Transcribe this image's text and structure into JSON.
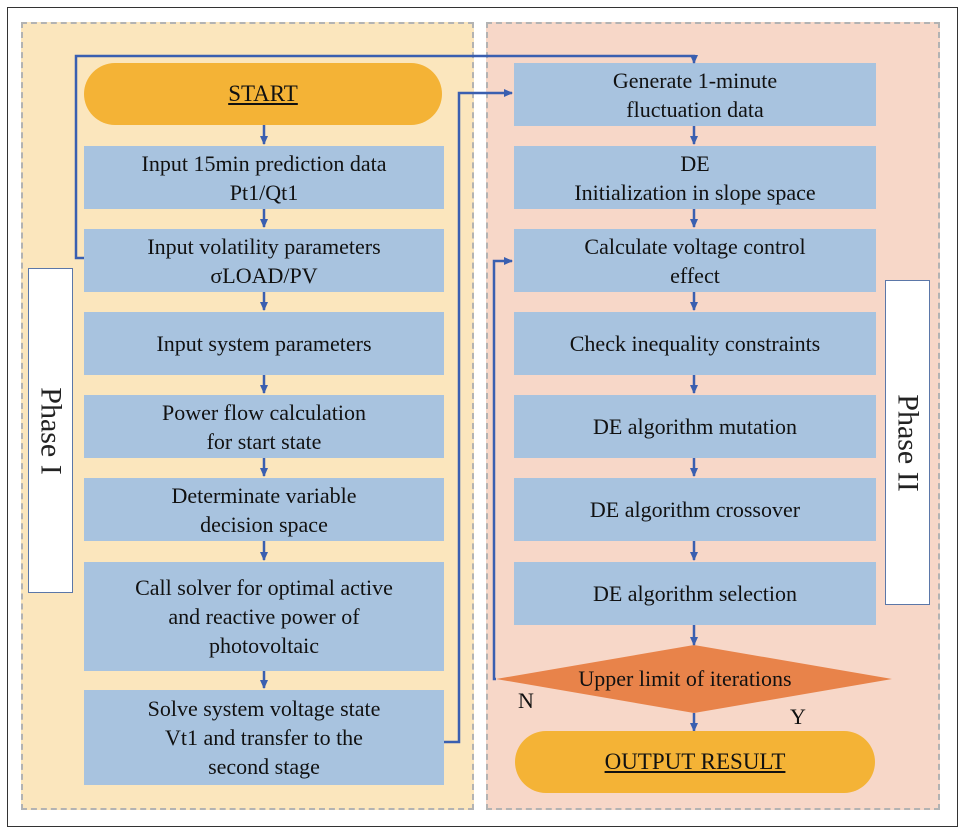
{
  "phase1": {
    "label": "Phase I"
  },
  "phase2": {
    "label": "Phase II"
  },
  "start": "START",
  "steps1": [
    "Input 15min prediction data\nPt1/Qt1",
    "Input volatility parameters\nσLOAD/PV",
    "Input system parameters",
    "Power flow calculation\nfor start  state",
    "Determinate variable\ndecision space",
    "Call solver  for optimal active\nand reactive power of\nphotovoltaic",
    "Solve system voltage state\nVt1  and transfer to the\nsecond stage"
  ],
  "steps2": [
    "Generate 1-minute\nfluctuation data",
    "DE\nInitialization  in slope space",
    "Calculate voltage control\neffect",
    "Check inequality constraints",
    "DE  algorithm mutation",
    "DE  algorithm crossover",
    "DE  algorithm selection"
  ],
  "decision": "Upper limit of iterations",
  "no_label": "N",
  "yes_label": "Y",
  "end": "OUTPUT RESULT",
  "colors": {
    "phase1_bg": "#fbe6bd",
    "phase2_bg": "#f7d7c8",
    "process_box": "#a8c3df",
    "terminal": "#f4b336",
    "decision": "#e8834a",
    "arrow": "#3a5fb0"
  }
}
